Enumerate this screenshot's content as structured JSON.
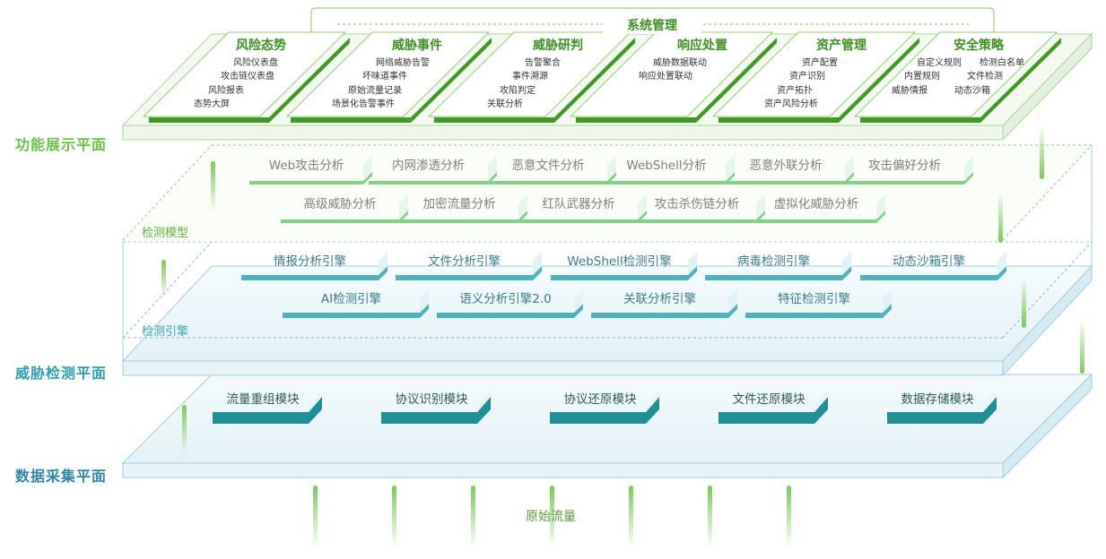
{
  "colors": {
    "green": "#6cc14a",
    "dark_green": "#3e8f24",
    "teal": "#49b2bf",
    "dark_teal": "#1f8f98",
    "blue": "#2e86a6"
  },
  "layers": {
    "display": "功能展示平面",
    "detect": "威胁检测平面",
    "collect": "数据采集平面"
  },
  "system_mgmt": "系统管理",
  "panels": [
    {
      "title": "风险态势",
      "items": [
        "风险仪表盘",
        "攻击链仪表盘",
        "风险报表",
        "态势大屏"
      ]
    },
    {
      "title": "威胁事件",
      "items": [
        "网络威胁告警",
        "坏味道事件",
        "原始流量记录",
        "场景化告警事件"
      ]
    },
    {
      "title": "威胁研判",
      "items": [
        "告警聚合",
        "事件溯源",
        "攻陷判定",
        "关联分析"
      ]
    },
    {
      "title": "响应处置",
      "items": [
        "威胁数据联动",
        "响应处置联动"
      ]
    },
    {
      "title": "资产管理",
      "items": [
        "资产配置",
        "资产识别",
        "资产拓扑",
        "资产风险分析"
      ]
    },
    {
      "title": "安全策略",
      "items": [
        "自定义规则",
        "检测白名单",
        "内置规则",
        "文件检测",
        "威胁情报",
        "动态沙箱"
      ]
    }
  ],
  "model_label": "检测模型",
  "engine_label": "检测引擎",
  "models_row1": [
    "Web攻击分析",
    "内网渗透分析",
    "恶意文件分析",
    "WebShell分析",
    "恶意外联分析",
    "攻击偏好分析"
  ],
  "models_row2": [
    "高级威胁分析",
    "加密流量分析",
    "红队武器分析",
    "攻击杀伤链分析",
    "虚拟化威胁分析"
  ],
  "engines_row1": [
    "情报分析引擎",
    "文件分析引擎",
    "WebShell检测引擎",
    "病毒检测引擎",
    "动态沙箱引擎"
  ],
  "engines_row2": [
    "AI检测引擎",
    "语义分析引擎2.0",
    "关联分析引擎",
    "特征检测引擎"
  ],
  "collect_modules": [
    "流量重组模块",
    "协议识别模块",
    "协议还原模块",
    "文件还原模块",
    "数据存储模块"
  ],
  "raw_traffic": "原始流量"
}
